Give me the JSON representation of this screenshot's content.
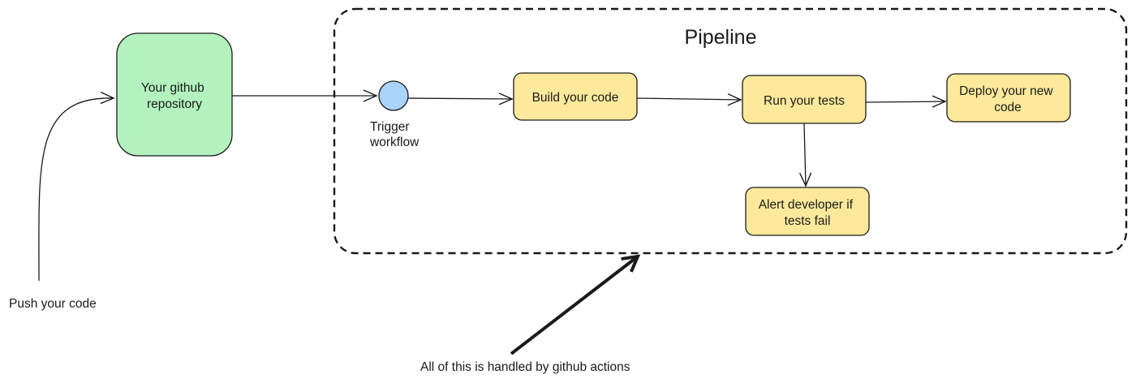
{
  "diagram": {
    "pipeline_title": "Pipeline",
    "push_label": "Push your code",
    "repo_label": [
      "Your github",
      "repository"
    ],
    "trigger_label": [
      "Trigger",
      "workflow"
    ],
    "build_label": "Build your code",
    "test_label": "Run your tests",
    "deploy_label": [
      "Deploy your new",
      "code"
    ],
    "alert_label": [
      "Alert developer if",
      "tests fail"
    ],
    "footer_note": "All of this is handled by github actions"
  },
  "colors": {
    "repo_fill": "#b3f2bf",
    "step_fill": "#fde99b",
    "trigger_fill": "#a8d4fb",
    "stroke": "#1a1a1a"
  }
}
